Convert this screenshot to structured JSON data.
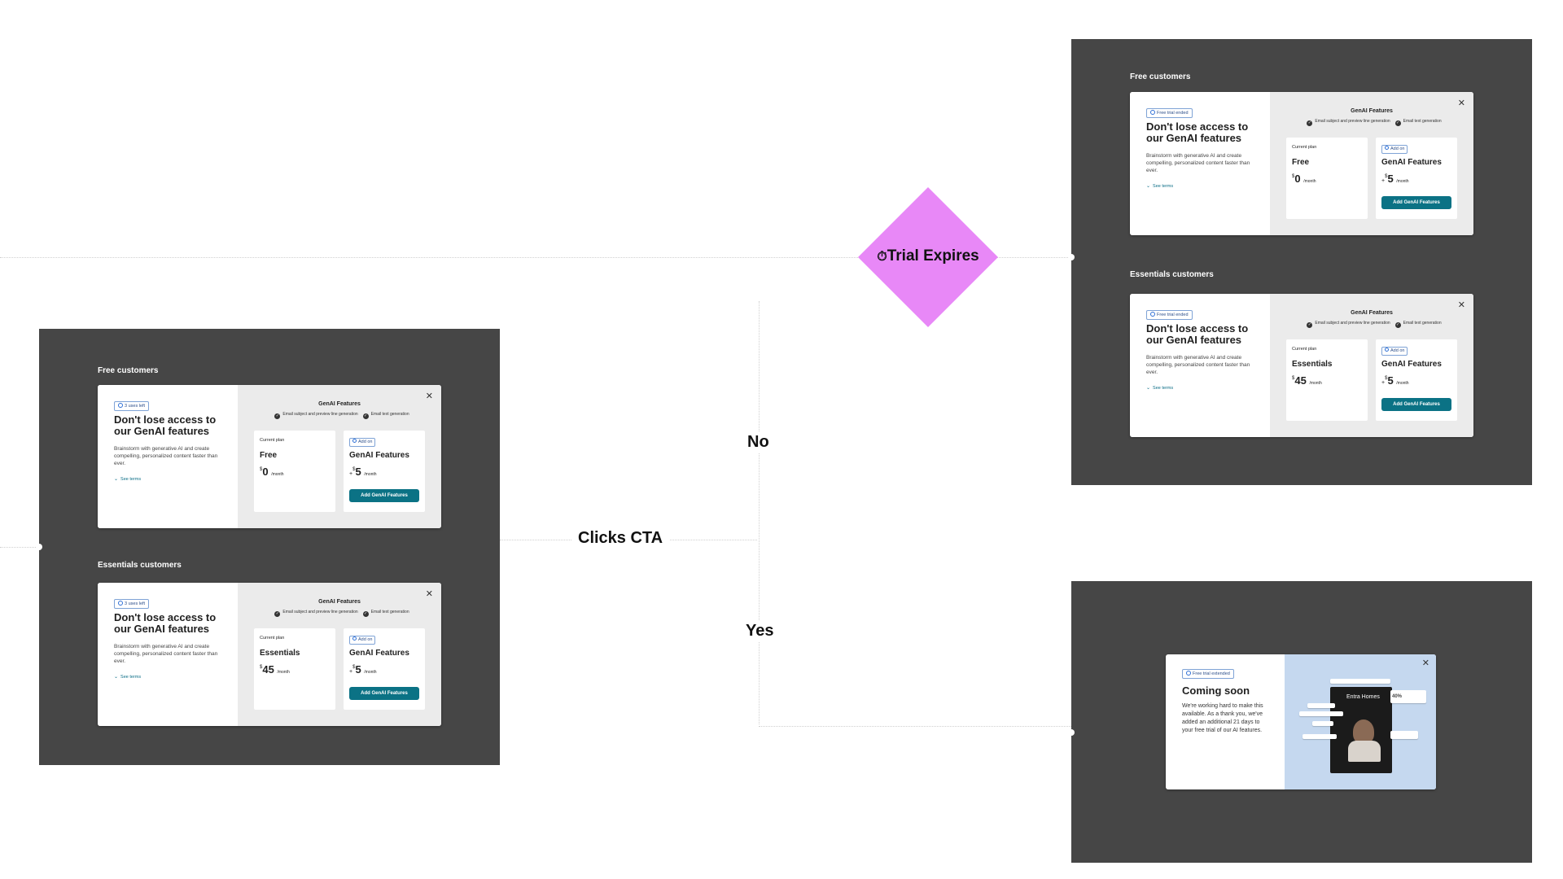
{
  "flow": {
    "decision_label": "Trial Expires",
    "decision_icon": "stopwatch-icon",
    "decision_color": "#e888f7",
    "cta_label": "Clicks CTA",
    "no_label": "No",
    "yes_label": "Yes"
  },
  "colors": {
    "panel": "#464646",
    "cta_button": "#0b7285",
    "badge_border": "#7fa3d6",
    "promo_bg": "#c5d8ef"
  },
  "left_panel": {
    "sections": [
      {
        "label": "Free customers",
        "modal": {
          "badge": "3 uses left",
          "title": "Don't lose access to our GenAI features",
          "description": "Brainstorm with generative AI and create compelling, personalized content faster than ever.",
          "terms_link": "See terms",
          "right_title": "GenAI Features",
          "feature_1": "Email subject and preview line generation",
          "feature_2": "Email text generation",
          "current_plan_tag": "Current plan",
          "current_plan_name": "Free",
          "current_plan_currency": "$",
          "current_plan_price": "0",
          "per_month": "/month",
          "addon_tag": "Add on",
          "addon_name": "GenAI Features",
          "addon_plus": "+",
          "addon_currency": "$",
          "addon_price": "5",
          "cta": "Add GenAI Features"
        }
      },
      {
        "label": "Essentials customers",
        "modal": {
          "badge": "3 uses left",
          "title": "Don't lose access to our GenAI features",
          "description": "Brainstorm with generative AI and create compelling, personalized content faster than ever.",
          "terms_link": "See terms",
          "right_title": "GenAI Features",
          "feature_1": "Email subject and preview line generation",
          "feature_2": "Email text generation",
          "current_plan_tag": "Current plan",
          "current_plan_name": "Essentials",
          "current_plan_currency": "$",
          "current_plan_price": "45",
          "per_month": "/month",
          "addon_tag": "Add on",
          "addon_name": "GenAI Features",
          "addon_plus": "+",
          "addon_currency": "$",
          "addon_price": "5",
          "cta": "Add GenAI Features"
        }
      }
    ]
  },
  "right_top_panel": {
    "sections": [
      {
        "label": "Free customers",
        "modal": {
          "badge": "Free trial ended",
          "title": "Don't lose access to our GenAI features",
          "description": "Brainstorm with generative AI and create compelling, personalized content faster than ever.",
          "terms_link": "See terms",
          "right_title": "GenAI Features",
          "feature_1": "Email subject and preview line generation",
          "feature_2": "Email text generation",
          "current_plan_tag": "Current plan",
          "current_plan_name": "Free",
          "current_plan_currency": "$",
          "current_plan_price": "0",
          "per_month": "/month",
          "addon_tag": "Add on",
          "addon_name": "GenAI Features",
          "addon_plus": "+",
          "addon_currency": "$",
          "addon_price": "5",
          "cta": "Add GenAI Features"
        }
      },
      {
        "label": "Essentials customers",
        "modal": {
          "badge": "Free trial ended",
          "title": "Don't lose access to our GenAI features",
          "description": "Brainstorm with generative AI and create compelling, personalized content faster than ever.",
          "terms_link": "See terms",
          "right_title": "GenAI Features",
          "feature_1": "Email subject and preview line generation",
          "feature_2": "Email text generation",
          "current_plan_tag": "Current plan",
          "current_plan_name": "Essentials",
          "current_plan_currency": "$",
          "current_plan_price": "45",
          "per_month": "/month",
          "addon_tag": "Add on",
          "addon_name": "GenAI Features",
          "addon_plus": "+",
          "addon_currency": "$",
          "addon_price": "5",
          "cta": "Add GenAI Features"
        }
      }
    ]
  },
  "right_bottom_panel": {
    "modal": {
      "badge": "Free trial extended",
      "title": "Coming soon",
      "description": "We're working hard to make this available. As a thank you, we've added an additional 21 days to your free trial of our AI features.",
      "promo_brand": "Entra Homes",
      "promo_percent": "40%"
    }
  }
}
